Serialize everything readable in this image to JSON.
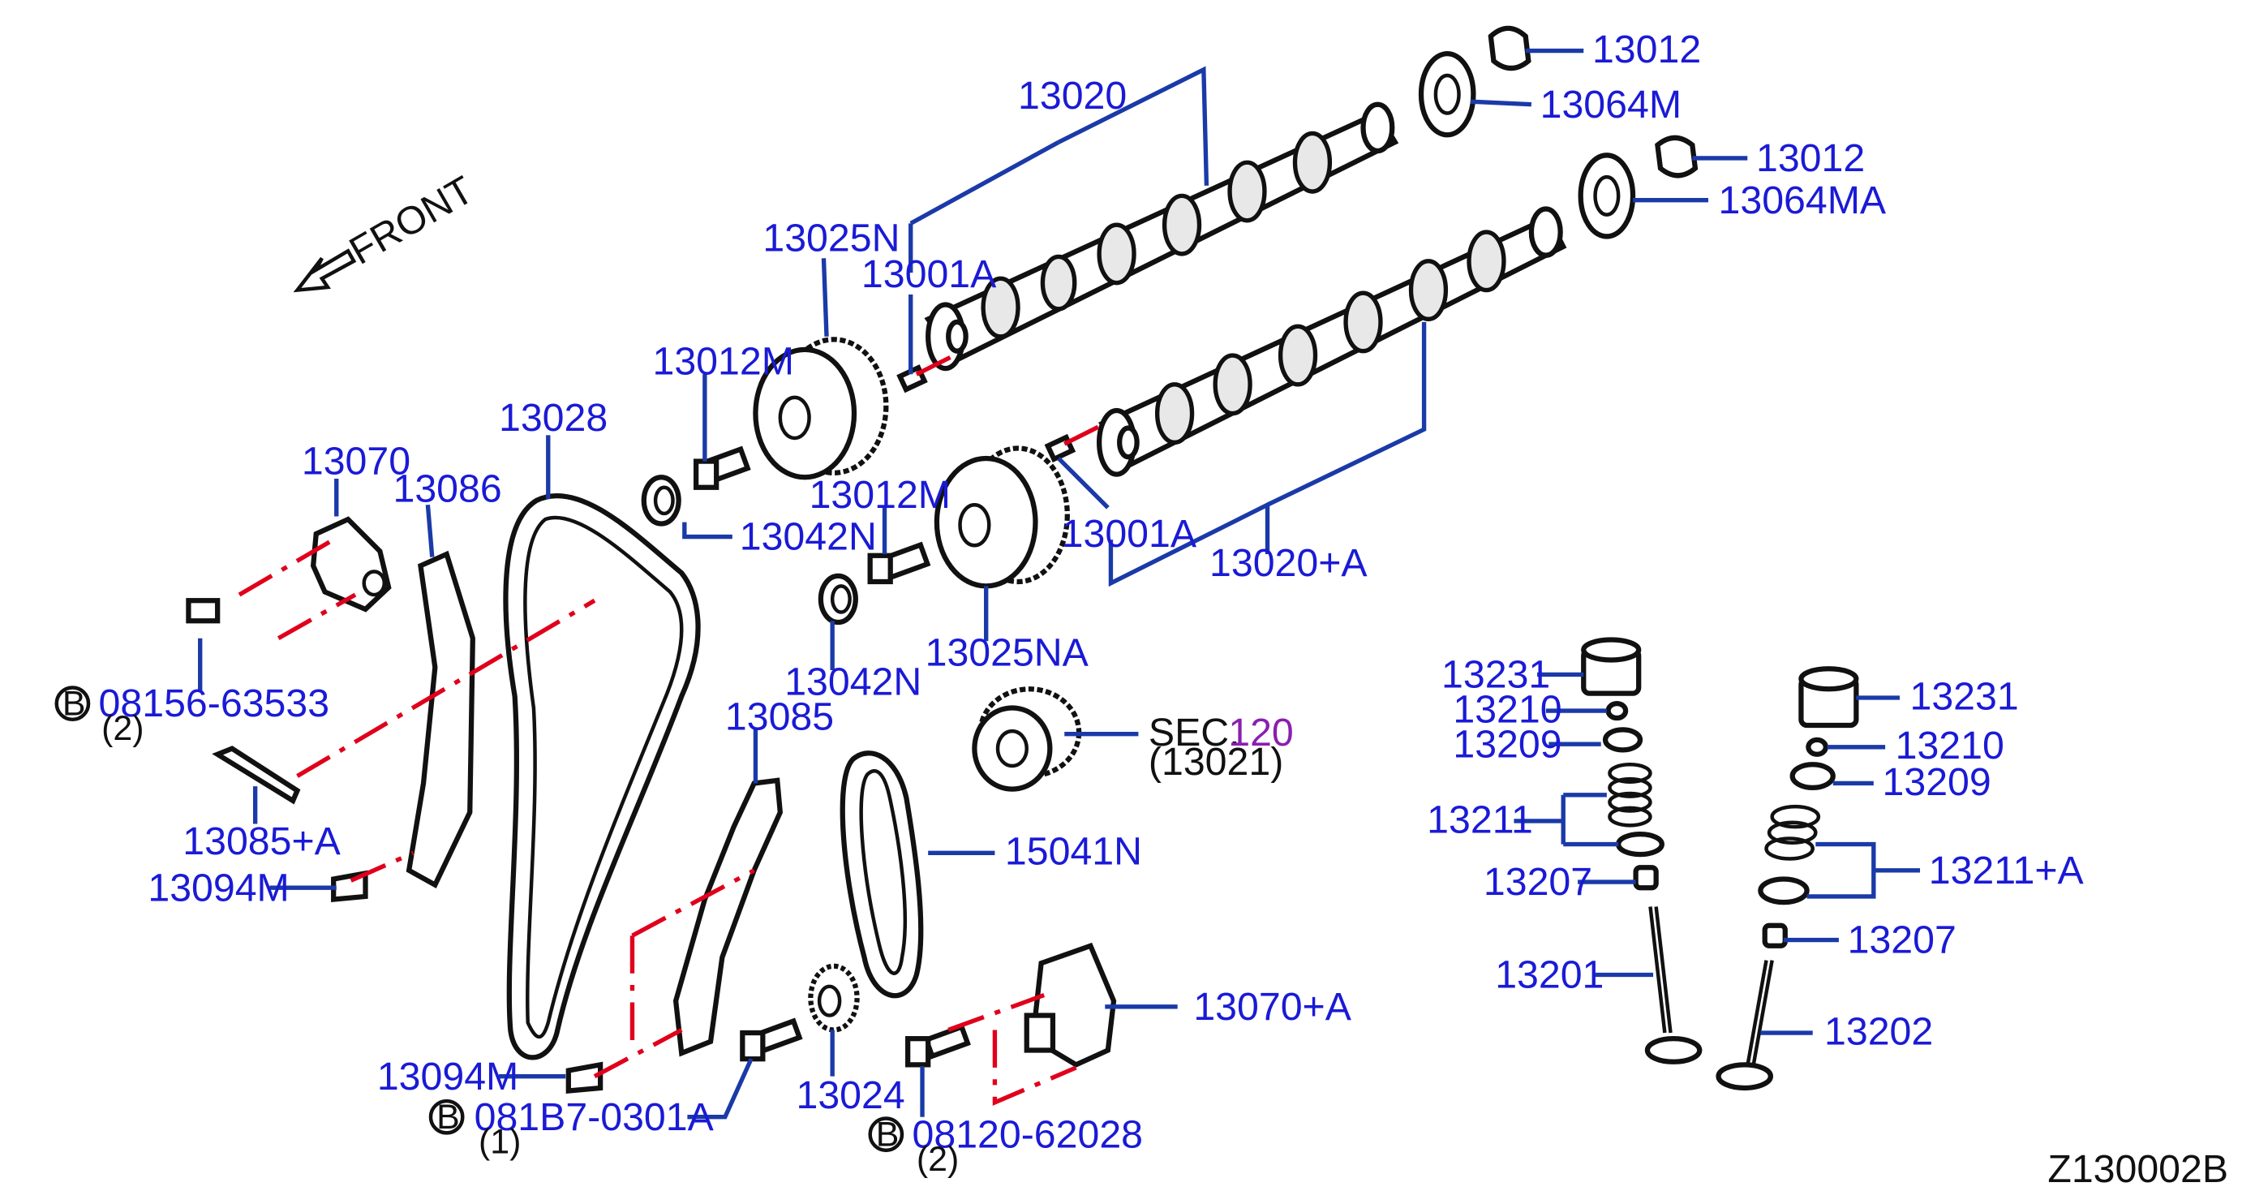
{
  "diagram_code": "Z130002B",
  "front_label": "FRONT",
  "labels": {
    "p13012_a": "13012",
    "p13064m": "13064M",
    "p13020": "13020",
    "p13012_b": "13012",
    "p13064ma": "13064MA",
    "p13025n": "13025N",
    "p13001a_a": "13001A",
    "p13012m_a": "13012M",
    "p13028": "13028",
    "p13070": "13070",
    "p13086": "13086",
    "p13042n_a": "13042N",
    "p13012m_b": "13012M",
    "p13001a_b": "13001A",
    "p13020a": "13020+A",
    "p13042n_b": "13042N",
    "p13025na": "13025NA",
    "p08156": "08156-63533",
    "q08156": "(2)",
    "p13085": "13085",
    "sec_prefix": "SEC.",
    "sec_num": "120",
    "sec_sub": "(13021)",
    "p13085a": "13085+A",
    "p15041n": "15041N",
    "p13094m_a": "13094M",
    "p13070a": "13070+A",
    "p13094m_b": "13094M",
    "p081b7": "081B7-0301A",
    "q081b7": "(1)",
    "p13024": "13024",
    "p08120": "08120-62028",
    "q08120": "(2)",
    "p13231_a": "13231",
    "p13210_a": "13210",
    "p13209_a": "13209",
    "p13211": "13211",
    "p13207_a": "13207",
    "p13201": "13201",
    "p13231_b": "13231",
    "p13210_b": "13210",
    "p13209_b": "13209",
    "p13211a": "13211+A",
    "p13207_b": "13207",
    "p13202": "13202"
  },
  "bolt_marker": "B",
  "colors": {
    "label": "#1a1ad6",
    "leader": "#1a3aa8",
    "guide": "#e0001b",
    "section": "#8a1fb0"
  }
}
